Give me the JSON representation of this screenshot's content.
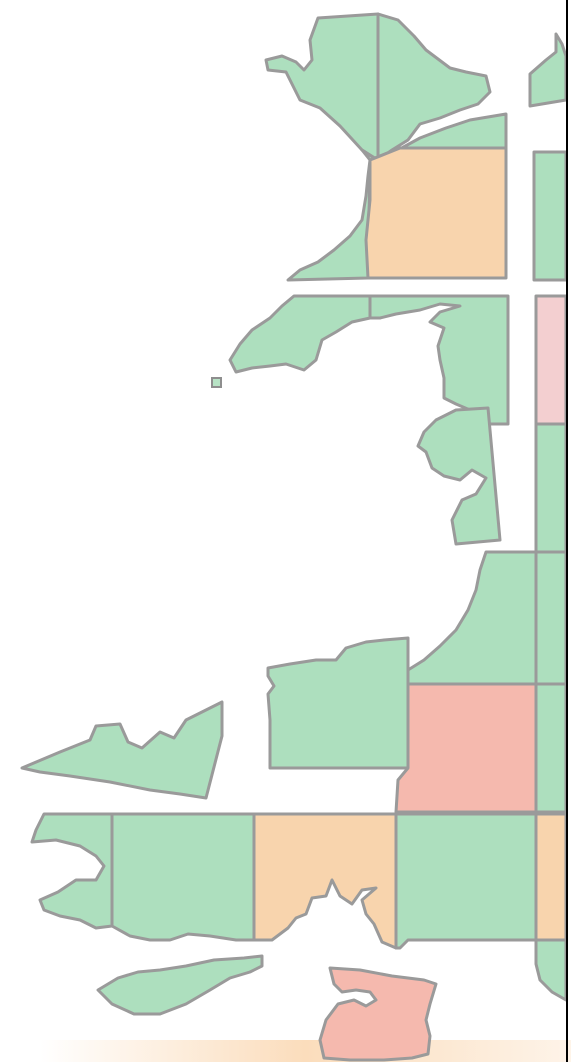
{
  "map": {
    "colors": {
      "green": "#addfbe",
      "orange": "#f8d4ad",
      "pink": "#f3cfd0",
      "salmon": "#f5b9ae",
      "border": "#9a9a9a",
      "background": "#ffffff",
      "glow": "#f6b36a"
    },
    "regions": [
      {
        "id": "anglesey-west",
        "fill": "green"
      },
      {
        "id": "anglesey-east",
        "fill": "green"
      },
      {
        "id": "top-right-strip",
        "fill": "green"
      },
      {
        "id": "menai-strip",
        "fill": "green"
      },
      {
        "id": "snowdonia-orange",
        "fill": "orange"
      },
      {
        "id": "caernarfon-strip",
        "fill": "green"
      },
      {
        "id": "right-column-top",
        "fill": "green"
      },
      {
        "id": "llyn-peninsula",
        "fill": "green"
      },
      {
        "id": "cardigan-coast-north",
        "fill": "green"
      },
      {
        "id": "right-column-pink",
        "fill": "pink"
      },
      {
        "id": "aberystwyth-block",
        "fill": "green"
      },
      {
        "id": "right-column-mid1",
        "fill": "green"
      },
      {
        "id": "mid-wales-west",
        "fill": "green"
      },
      {
        "id": "right-column-mid2",
        "fill": "green"
      },
      {
        "id": "ceredigion-south",
        "fill": "green"
      },
      {
        "id": "carmarthen-salmon",
        "fill": "salmon"
      },
      {
        "id": "right-column-mid3",
        "fill": "green"
      },
      {
        "id": "pembroke-north",
        "fill": "green"
      },
      {
        "id": "pembroke-west",
        "fill": "green"
      },
      {
        "id": "pembroke-centre",
        "fill": "green"
      },
      {
        "id": "swansea-orange",
        "fill": "orange"
      },
      {
        "id": "glamorgan-green",
        "fill": "green"
      },
      {
        "id": "right-column-orange",
        "fill": "orange"
      },
      {
        "id": "right-column-bottom",
        "fill": "green"
      },
      {
        "id": "gower-island",
        "fill": "green"
      },
      {
        "id": "south-coast-salmon",
        "fill": "salmon"
      }
    ],
    "marker": {
      "id": "small-island-marker"
    }
  }
}
